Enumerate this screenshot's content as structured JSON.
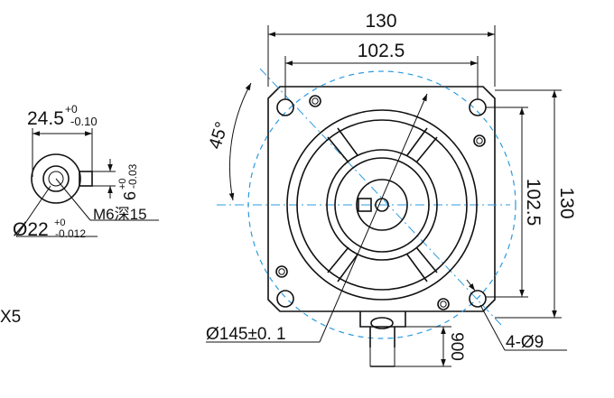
{
  "front_view": {
    "dim_top_outer": "130",
    "dim_top_inner": "102.5",
    "dim_right_inner": "102.5",
    "dim_right_outer": "130",
    "angle_label": "45°",
    "circle_label": "Ø145±0. 1",
    "holes_label": "4-Ø9",
    "cable_label": "900"
  },
  "shaft_view": {
    "width_label": "24.5",
    "width_tol_upper": "+0",
    "width_tol_lower": "-0.10",
    "key_label": "6",
    "key_tol_upper": "+0",
    "key_tol_lower": "-0.03",
    "thread_label": "M6深15",
    "diameter_label": "Ø22",
    "diameter_tol_upper": "+0",
    "diameter_tol_lower": "-0.012"
  },
  "left_edge": {
    "fragment_label": "X5"
  },
  "colors": {
    "line": "#111111",
    "centerline": "#2b9be0"
  }
}
